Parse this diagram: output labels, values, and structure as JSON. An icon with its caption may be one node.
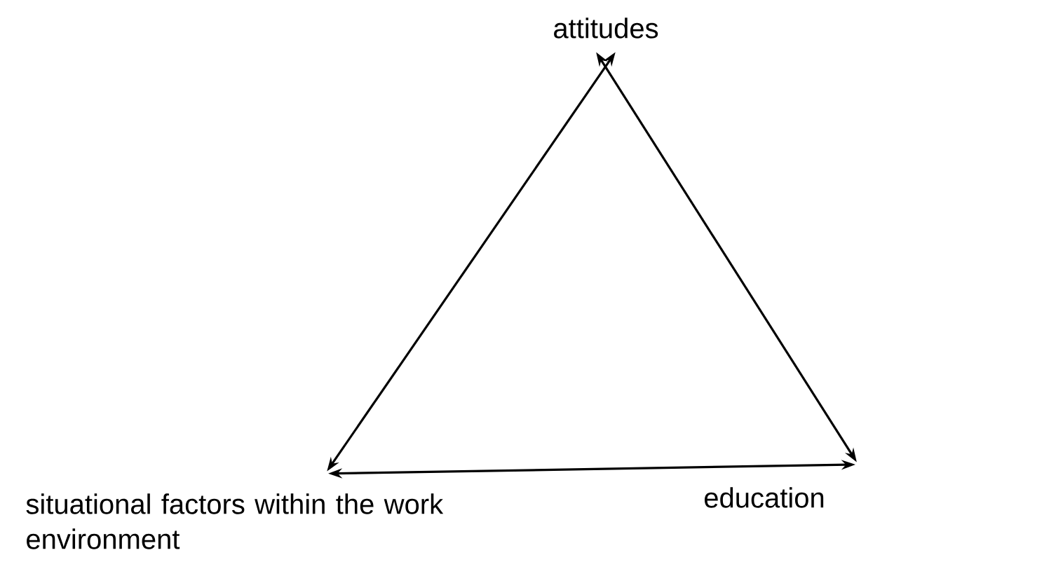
{
  "diagram": {
    "nodes": [
      {
        "text": [
          "attitudes"
        ]
      },
      {
        "text": [
          "situational factors within the work environment"
        ]
      },
      {
        "text": [
          "education"
        ]
      }
    ],
    "edges": [
      {
        "from": 0,
        "to": 1,
        "arrow": "both"
      },
      {
        "from": 0,
        "to": 2,
        "arrow": "both"
      },
      {
        "from": 1,
        "to": 2,
        "arrow": "both"
      }
    ]
  }
}
